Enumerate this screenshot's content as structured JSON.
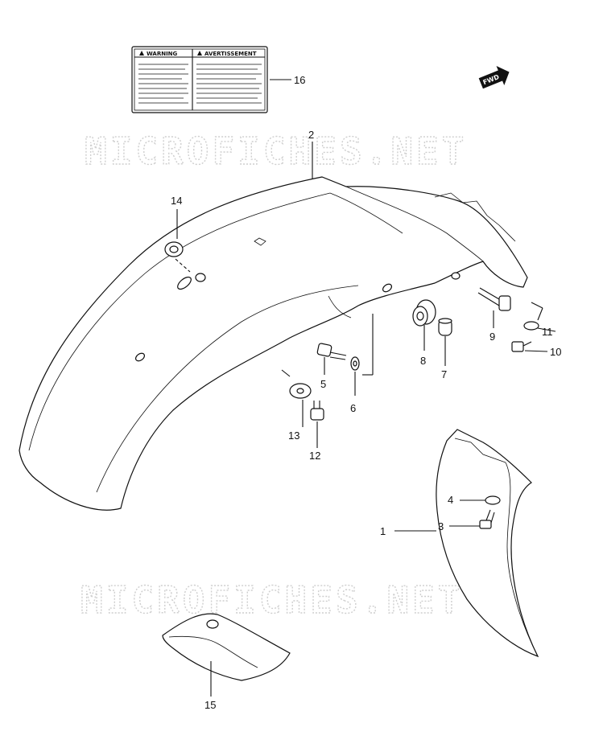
{
  "watermark": "MICROFICHES.NET",
  "warning_label": {
    "left_heading": "WARNING",
    "right_heading": "AVERTISSEMENT"
  },
  "direction_arrow": "FWD",
  "callouts": [
    {
      "id": "c1",
      "label": "1"
    },
    {
      "id": "c2",
      "label": "2"
    },
    {
      "id": "c3",
      "label": "3"
    },
    {
      "id": "c4",
      "label": "4"
    },
    {
      "id": "c5",
      "label": "5"
    },
    {
      "id": "c6",
      "label": "6"
    },
    {
      "id": "c7",
      "label": "7"
    },
    {
      "id": "c8",
      "label": "8"
    },
    {
      "id": "c9",
      "label": "9"
    },
    {
      "id": "c10",
      "label": "10"
    },
    {
      "id": "c11",
      "label": "11"
    },
    {
      "id": "c12",
      "label": "12"
    },
    {
      "id": "c13",
      "label": "13"
    },
    {
      "id": "c14",
      "label": "14"
    },
    {
      "id": "c15",
      "label": "15"
    },
    {
      "id": "c16",
      "label": "16"
    }
  ]
}
